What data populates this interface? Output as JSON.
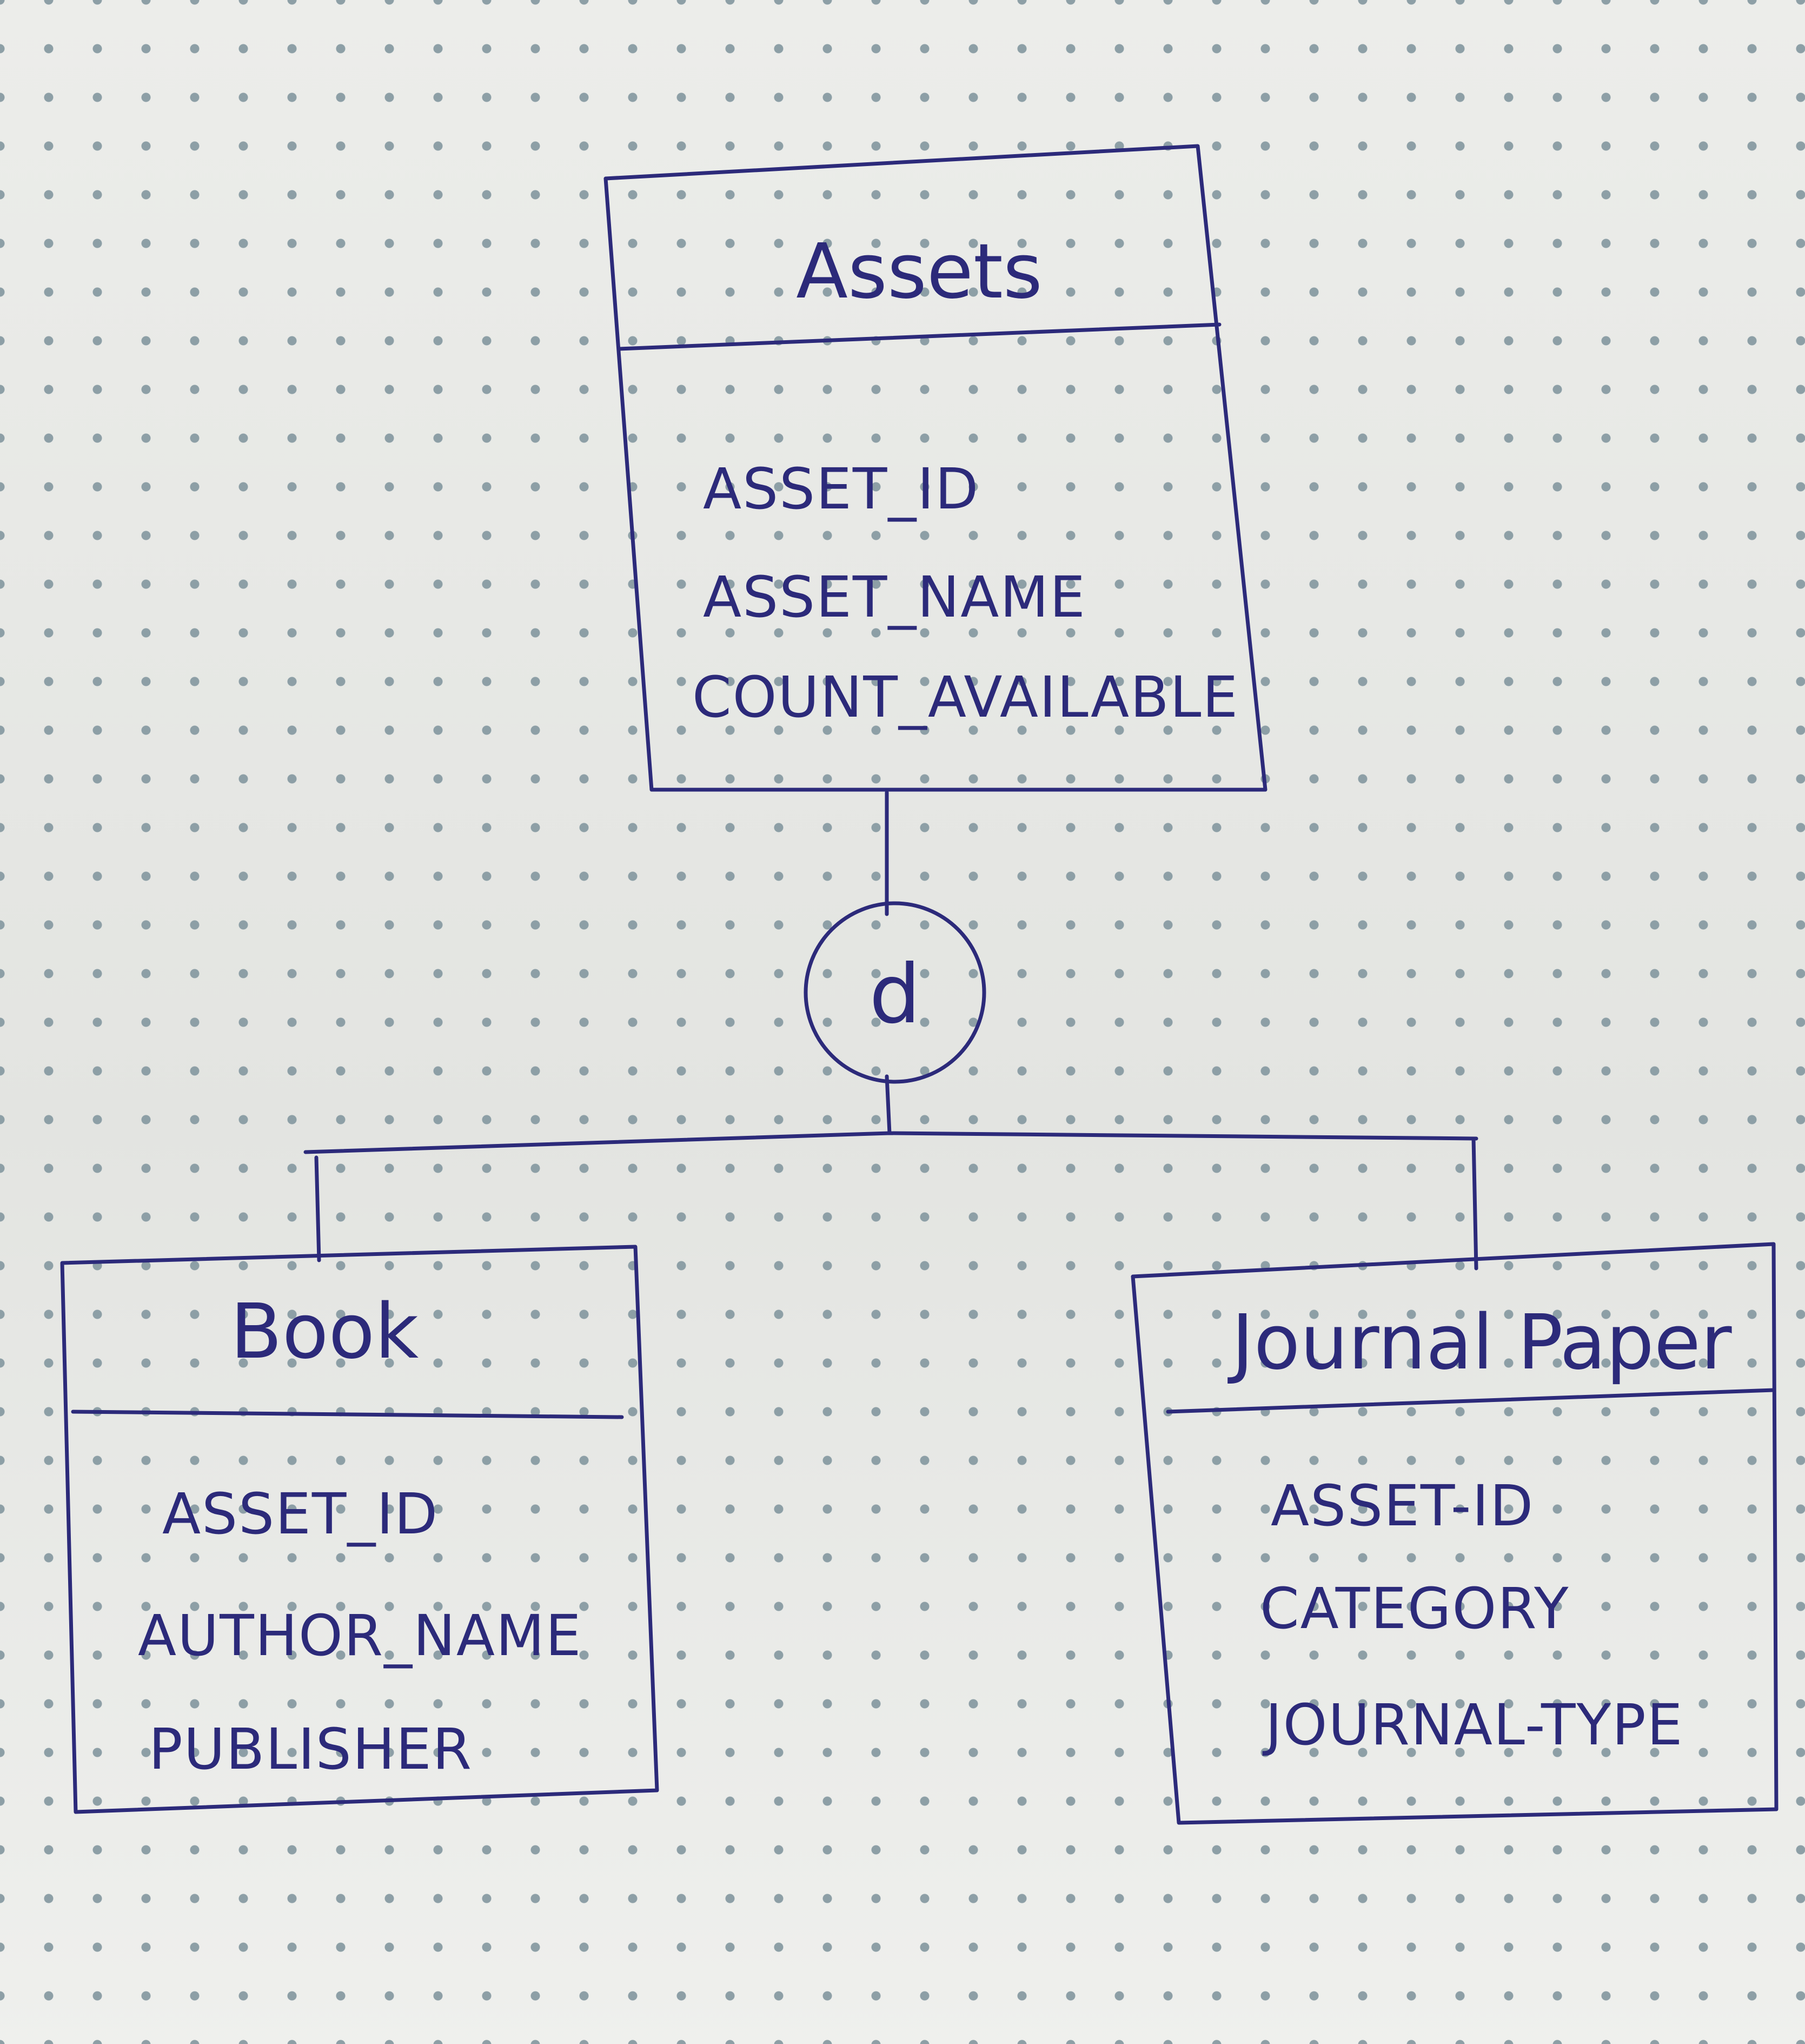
{
  "diagram": {
    "parent_entity": {
      "name": "Assets",
      "attributes": [
        "ASSET_ID",
        "ASSET_NAME",
        "COUNT_AVAILABLE"
      ]
    },
    "specialization_symbol": "d",
    "child_entities": [
      {
        "name": "Book",
        "attributes": [
          "ASSET_ID",
          "AUTHOR_NAME",
          "PUBLISHER"
        ]
      },
      {
        "name": "Journal Paper",
        "attributes": [
          "ASSET-ID",
          "CATEGORY",
          "JOURNAL-TYPE"
        ]
      }
    ]
  },
  "ink_color": "#2c2a7a"
}
